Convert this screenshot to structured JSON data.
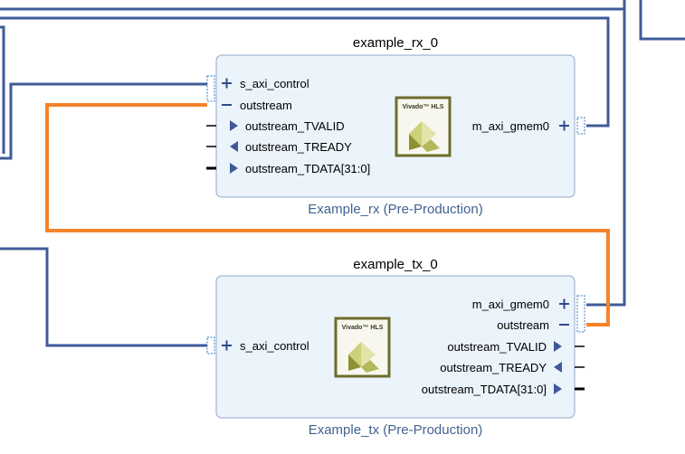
{
  "blocks": {
    "rx": {
      "title": "example_rx_0",
      "subtitle": "Example_rx (Pre-Production)",
      "logo_text": "Vivado™ HLS",
      "ports_left": [
        {
          "label": "s_axi_control"
        },
        {
          "label": "outstream"
        },
        {
          "label": "outstream_TVALID"
        },
        {
          "label": "outstream_TREADY"
        },
        {
          "label": "outstream_TDATA[31:0]"
        }
      ],
      "ports_right": [
        {
          "label": "m_axi_gmem0"
        }
      ]
    },
    "tx": {
      "title": "example_tx_0",
      "subtitle": "Example_tx (Pre-Production)",
      "logo_text": "Vivado™ HLS",
      "ports_left": [
        {
          "label": "s_axi_control"
        }
      ],
      "ports_right": [
        {
          "label": "m_axi_gmem0"
        },
        {
          "label": "outstream"
        },
        {
          "label": "outstream_TVALID"
        },
        {
          "label": "outstream_TREADY"
        },
        {
          "label": "outstream_TDATA[31:0]"
        }
      ]
    }
  },
  "colors": {
    "axi_wire": "#3f5b9a",
    "stream_wire": "#f5832a",
    "block_fill": "#ebf3fb",
    "subtitle": "#41638f"
  },
  "icons": {
    "bus_port": "plus-icon",
    "output_port": "triangle-right-icon",
    "input_port": "triangle-left-icon",
    "stream_port": "dash-icon",
    "block_logo": "vivado-hls-logo"
  }
}
